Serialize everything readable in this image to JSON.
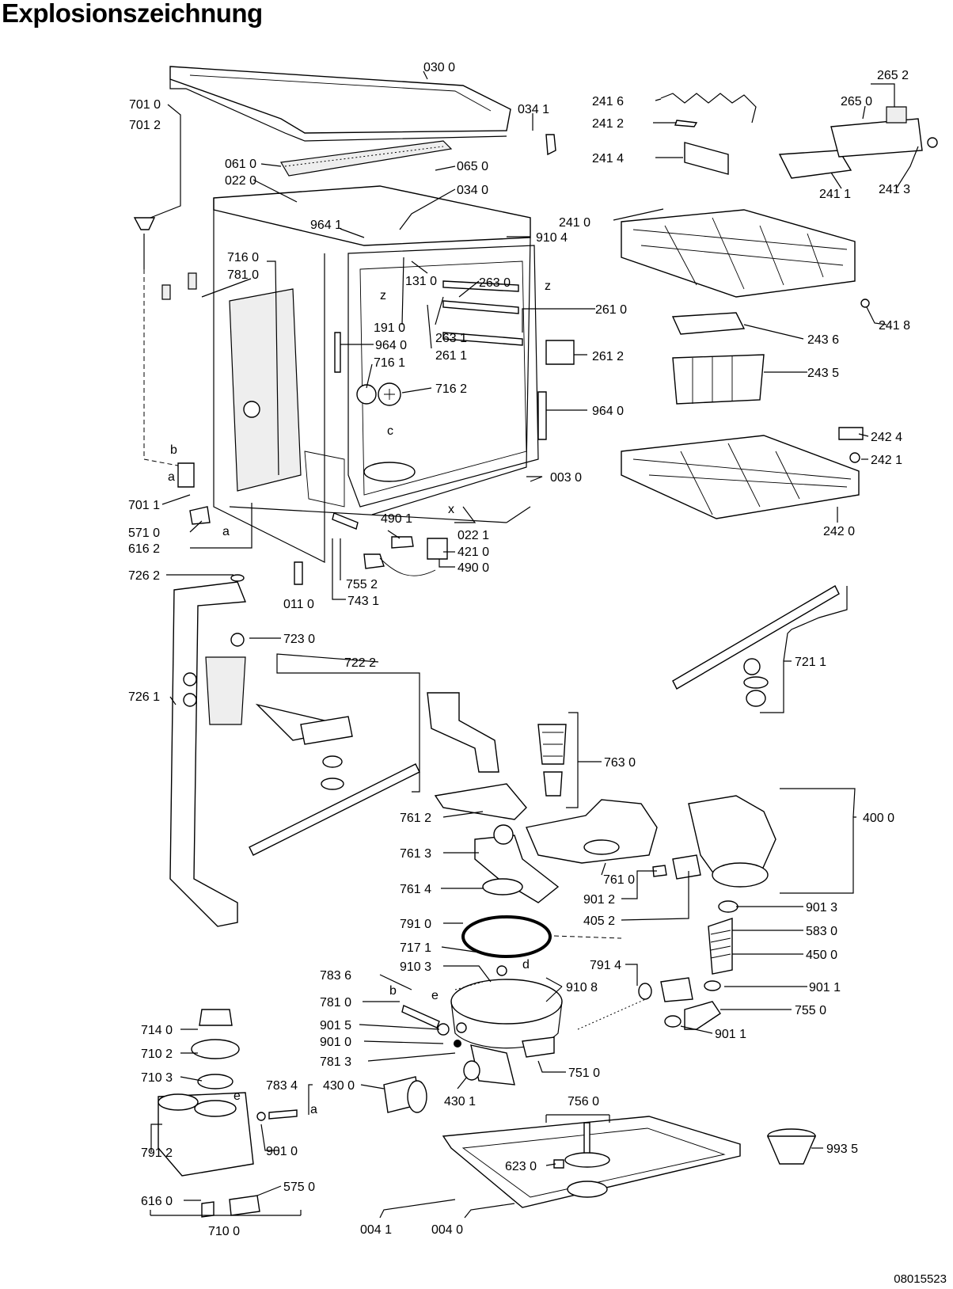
{
  "title": "Explosionszeichnung",
  "drawing_number": "08015523",
  "callouts": {
    "c0300": "030 0",
    "c0341": "034 1",
    "c7010": "701 0",
    "c7012": "701 2",
    "c0610": "061 0",
    "c0220": "022 0",
    "c0650": "065 0",
    "c0340": "034 0",
    "c9641a": "964 1",
    "c9104": "910 4",
    "c7160": "716 0",
    "c7810a": "781 0",
    "c1310": "131 0",
    "c2630": "263 0",
    "c2610": "261 0",
    "c1910": "191 0",
    "c2631": "263 1",
    "c9640a": "964 0",
    "c2611": "261 1",
    "c2612": "261 2",
    "c7161": "716 1",
    "c7162": "716 2",
    "c9640b": "964 0",
    "c0030": "003 0",
    "c7011": "701 1",
    "c5710": "571 0",
    "c6162": "616 2",
    "c4901": "490 1",
    "c0221": "022 1",
    "c4210": "421 0",
    "c4900": "490 0",
    "c7262": "726 2",
    "c7552": "755 2",
    "c0110": "011 0",
    "c7431": "743 1",
    "c7230": "723 0",
    "c7222": "722 2",
    "c7261": "726 1",
    "c2416": "241 6",
    "c2412": "241 2",
    "c2414": "241 4",
    "c2652": "265 2",
    "c2650": "265 0",
    "c2411": "241 1",
    "c2413": "241 3",
    "c2410": "241 0",
    "c2418": "241 8",
    "c2436": "243 6",
    "c2435": "243 5",
    "c2424": "242 4",
    "c2421": "242 1",
    "c2420": "242 0",
    "c7211": "721 1",
    "c7630": "763 0",
    "c7612": "761 2",
    "c7613": "761 3",
    "c7614": "761 4",
    "c7610": "761 0",
    "c4000": "400 0",
    "c9012": "901 2",
    "c4052": "405 2",
    "c9013": "901 3",
    "c7910": "791 0",
    "c5830": "583 0",
    "c7171": "717 1",
    "c4500": "450 0",
    "c9103": "910 3",
    "c7836": "783 6",
    "c9108": "910 8",
    "c7914": "791 4",
    "c9011a": "901 1",
    "c7810b": "781 0",
    "c9015": "901 5",
    "c7550": "755 0",
    "c9010a": "901 0",
    "c9011b": "901 1",
    "c7813": "781 3",
    "c7510": "751 0",
    "c7140": "714 0",
    "c7102": "710 2",
    "c7103": "710 3",
    "c7834": "783 4",
    "c4300": "430 0",
    "c4301": "430 1",
    "c7560": "756 0",
    "c9010b": "901 0",
    "c7912": "791 2",
    "c6230": "623 0",
    "c9935": "993 5",
    "c5750": "575 0",
    "c6160": "616 0",
    "c7100": "710 0",
    "c0041": "004 1",
    "c0040": "004 0"
  },
  "markers": {
    "z1": "z",
    "z2": "z",
    "c": "c",
    "x": "x",
    "a1": "a",
    "a2": "a",
    "b1": "b",
    "b2": "b",
    "e1": "e",
    "e2": "e",
    "d": "d",
    "a3": "a"
  }
}
